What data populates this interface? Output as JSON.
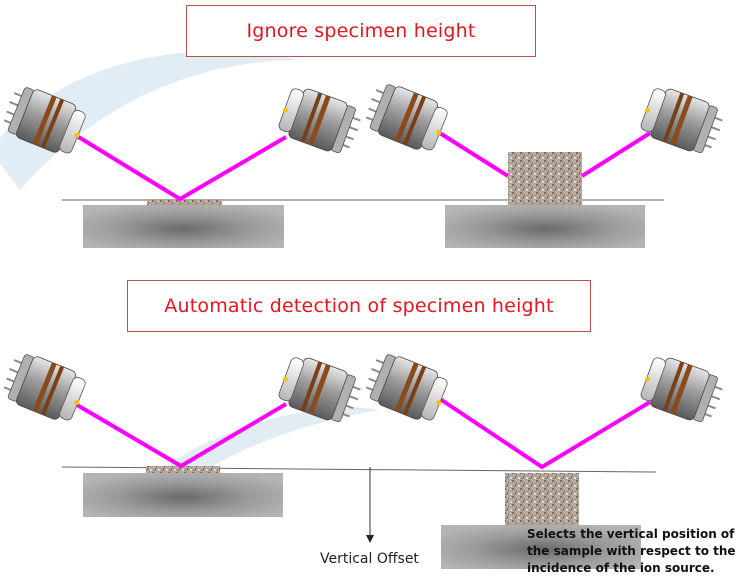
{
  "titles": {
    "top": "Ignore specimen height",
    "bottom": "Automatic detection of specimen height"
  },
  "labels": {
    "vertical_offset": "Vertical Offset",
    "note": "Selects the vertical position of the sample with respect to the incidence of the ion source."
  },
  "colors": {
    "title_text": "#e8141e",
    "title_border": "#c0504d",
    "beam": "#ff00ff",
    "stage": "#8c8c8c",
    "swoosh": "#dbe7f3"
  },
  "icons": [
    "ion-gun-icon",
    "specimen-block",
    "stage-block"
  ]
}
